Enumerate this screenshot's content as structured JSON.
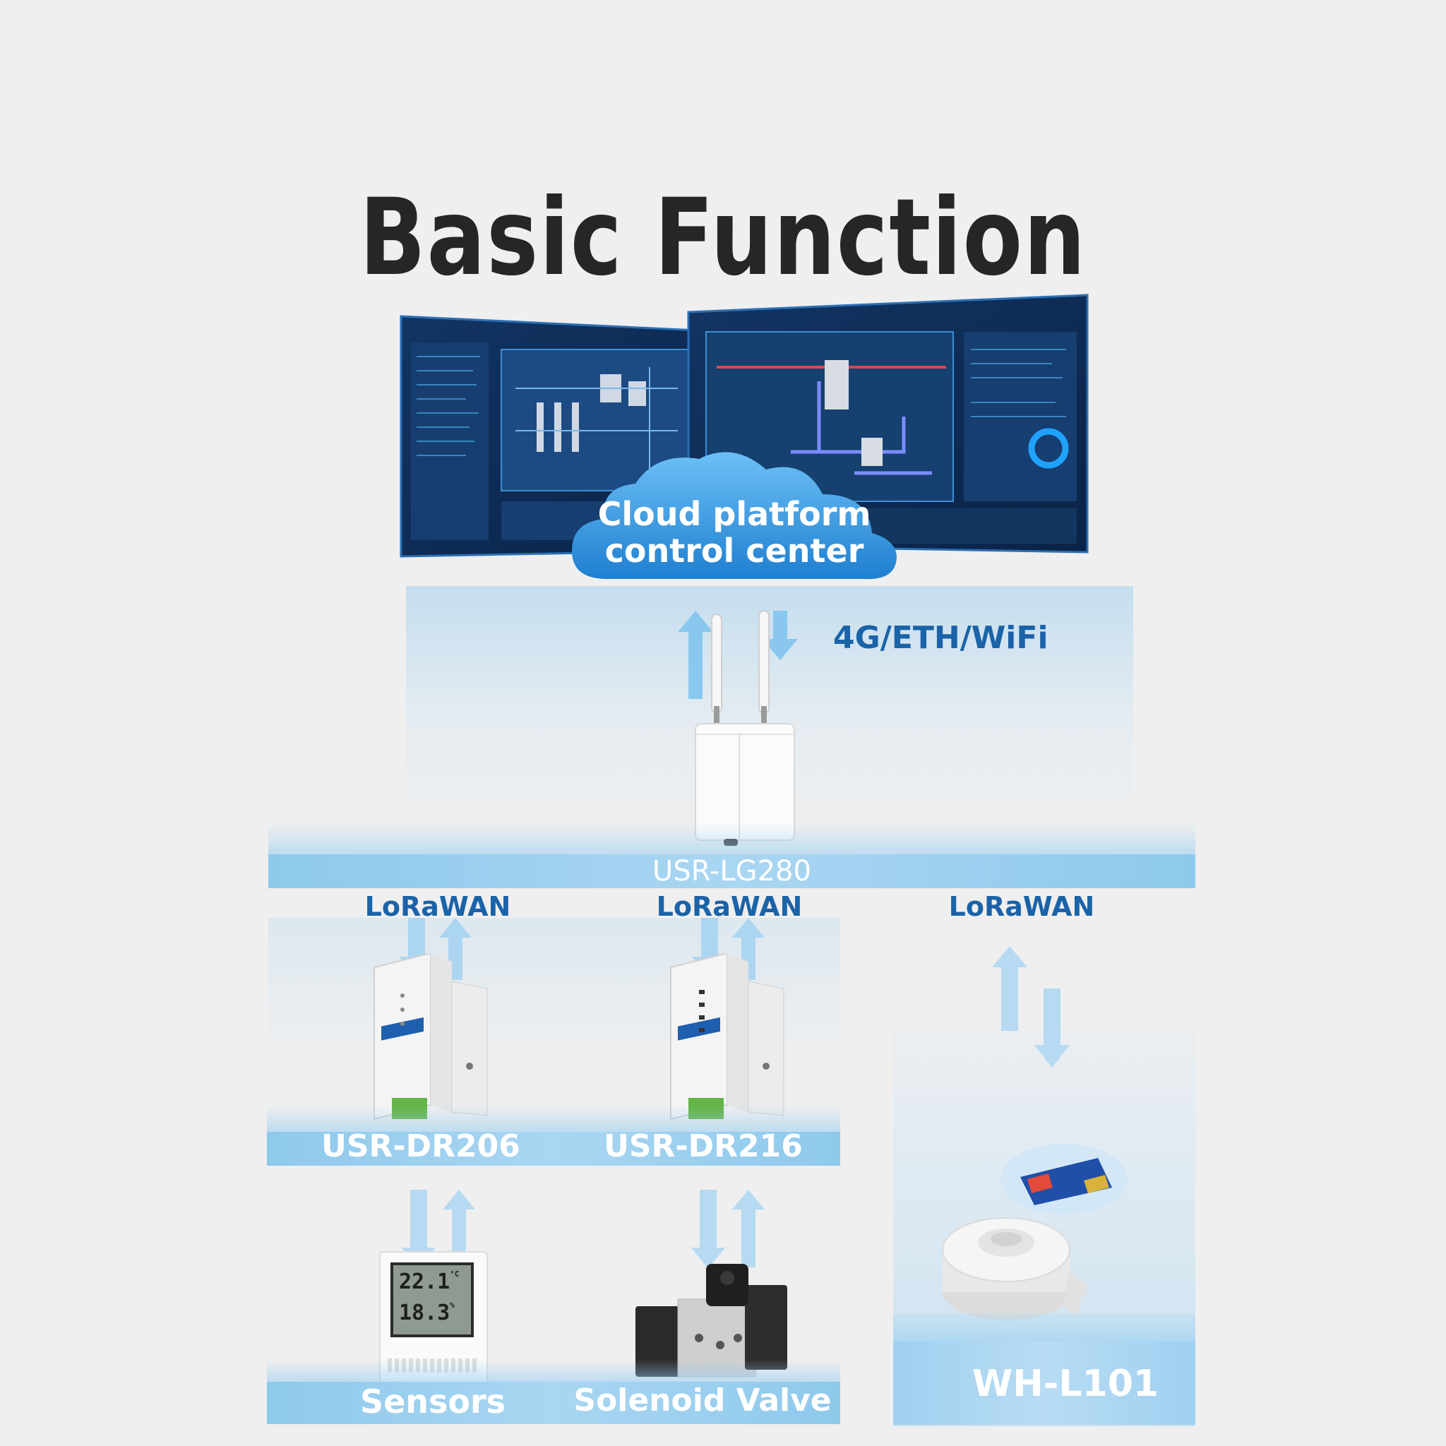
{
  "title": "Basic Function",
  "cloud": {
    "line1": "Cloud platform",
    "line2": "control center"
  },
  "uplink_label": "4G/ETH/WiFi",
  "gateway": {
    "name": "USR-LG280"
  },
  "lorawan_labels": [
    "LoRaWAN",
    "LoRaWAN",
    "LoRaWAN"
  ],
  "devices": {
    "dr206": "USR-DR206",
    "dr216": "USR-DR216",
    "wh_l101": "WH-L101"
  },
  "endpoints": {
    "sensors": "Sensors",
    "valve": "Solenoid Valve"
  },
  "sensor_display": {
    "top": "22.1",
    "bottom": "18.3",
    "unit_top": "°C",
    "unit_bottom": "%"
  },
  "colors": {
    "accent_blue": "#1a63a8",
    "panel_blue": "#8ec9ec",
    "cloud_blue": "#2f8fd8",
    "screen_dark": "#0e2a52"
  }
}
